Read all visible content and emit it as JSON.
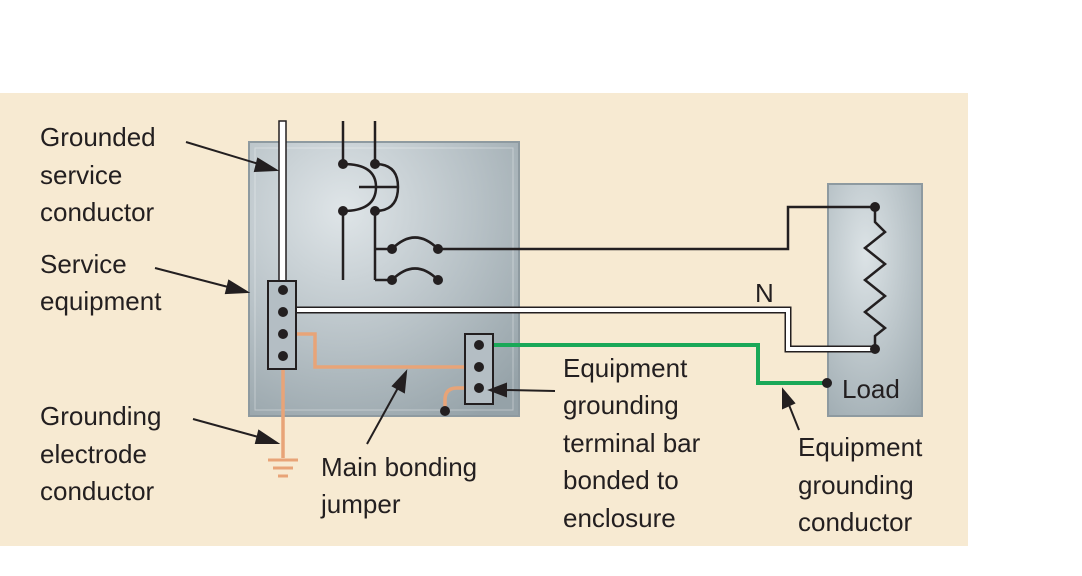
{
  "labels": {
    "grounded_service_conductor": [
      "Grounded",
      "service",
      "conductor"
    ],
    "service_equipment": [
      "Service",
      "equipment"
    ],
    "grounding_electrode_conductor": [
      "Grounding",
      "electrode",
      "conductor"
    ],
    "main_bonding_jumper": [
      "Main bonding",
      "jumper"
    ],
    "equipment_grounding_terminal_bar": [
      "Equipment",
      "grounding",
      "terminal bar",
      "bonded to",
      "enclosure"
    ],
    "equipment_grounding_conductor": [
      "Equipment",
      "grounding",
      "conductor"
    ],
    "neutral": "N",
    "load": "Load"
  },
  "colors": {
    "background": "#f7ead2",
    "enclosure": "#b4bec4",
    "bonding_copper": "#e8a478",
    "equipment_ground_wire": "#1aa858",
    "wire": "#231f20"
  }
}
